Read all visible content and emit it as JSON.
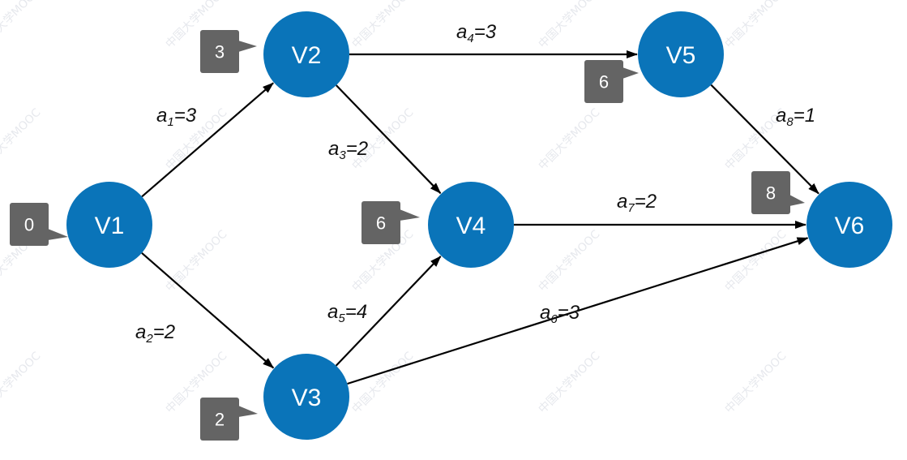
{
  "graph": {
    "type": "AOE activity network (directed, weighted)",
    "node_color": "#0a74b9",
    "tag_color": "#646464",
    "nodes": [
      {
        "id": "V1",
        "label": "V1",
        "tag": "0"
      },
      {
        "id": "V2",
        "label": "V2",
        "tag": "3"
      },
      {
        "id": "V3",
        "label": "V3",
        "tag": "2"
      },
      {
        "id": "V4",
        "label": "V4",
        "tag": "6"
      },
      {
        "id": "V5",
        "label": "V5",
        "tag": "6"
      },
      {
        "id": "V6",
        "label": "V6",
        "tag": "8"
      }
    ],
    "edges": [
      {
        "from": "V1",
        "to": "V2",
        "name": "a",
        "sub": "1",
        "weight": "3"
      },
      {
        "from": "V1",
        "to": "V3",
        "name": "a",
        "sub": "2",
        "weight": "2"
      },
      {
        "from": "V2",
        "to": "V4",
        "name": "a",
        "sub": "3",
        "weight": "2"
      },
      {
        "from": "V2",
        "to": "V5",
        "name": "a",
        "sub": "4",
        "weight": "3"
      },
      {
        "from": "V3",
        "to": "V4",
        "name": "a",
        "sub": "5",
        "weight": "4"
      },
      {
        "from": "V3",
        "to": "V6",
        "name": "a",
        "sub": "6",
        "weight": "3"
      },
      {
        "from": "V4",
        "to": "V6",
        "name": "a",
        "sub": "7",
        "weight": "2"
      },
      {
        "from": "V5",
        "to": "V6",
        "name": "a",
        "sub": "8",
        "weight": "1"
      }
    ]
  },
  "watermark": {
    "text": "中国大学MOOC"
  }
}
